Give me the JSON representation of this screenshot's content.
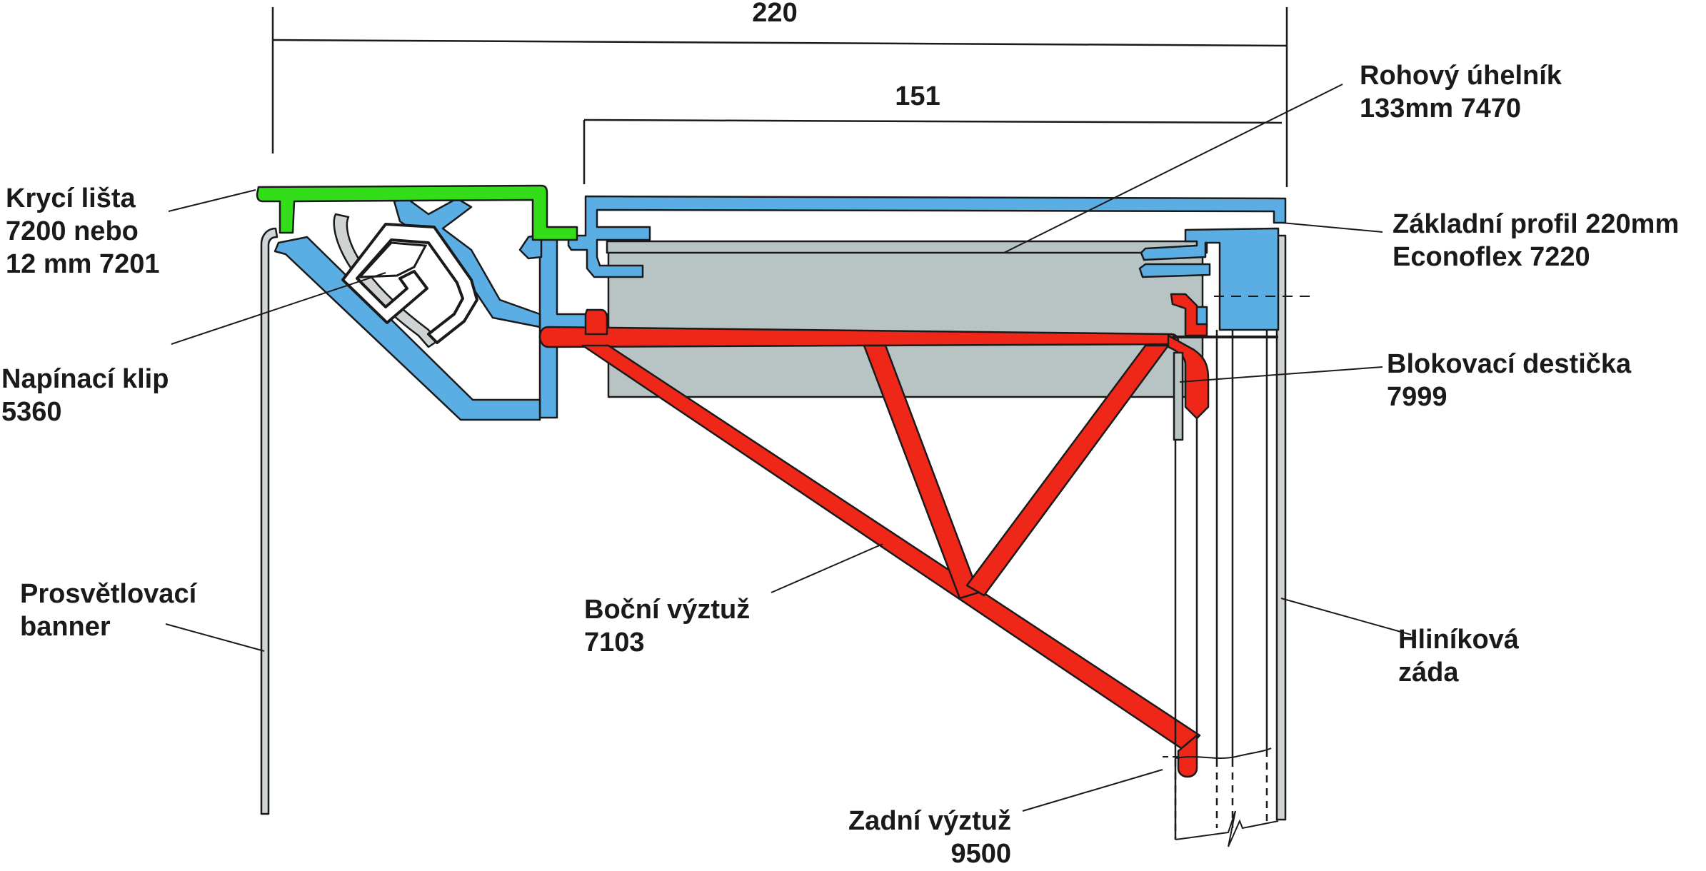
{
  "dimensions": {
    "overall": "220",
    "inner": "151"
  },
  "labels": {
    "cover_strip": [
      "Krycí lišta",
      "7200 nebo",
      "12 mm 7201"
    ],
    "tension_clip": [
      "Napínací klip",
      "5360"
    ],
    "backlit_banner": [
      "Prosvětlovací",
      "banner"
    ],
    "corner_angle": [
      "Rohový úhelník",
      "133mm 7470"
    ],
    "base_profile": [
      "Základní profil 220mm",
      "Econoflex 7220"
    ],
    "locking_plate": [
      "Blokovací destička",
      "7999"
    ],
    "side_brace": [
      "Boční výztuž",
      "7103"
    ],
    "aluminium_back": [
      "Hliníková",
      "záda"
    ],
    "rear_brace": [
      "Zadní výztuž",
      "9500"
    ]
  },
  "colors": {
    "cover_strip": "#33dd1a",
    "base_profile": "#5aaee3",
    "corner_angle": "#b8c3c3",
    "side_brace": "#ee2718",
    "banner": "#d0d4d6",
    "outline": "#1a1a1a"
  }
}
